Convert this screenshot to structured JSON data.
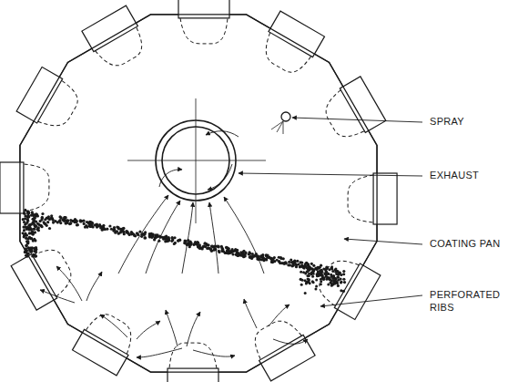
{
  "diagram": {
    "labels": [
      "SPRAY",
      "EXHAUST",
      "COATING PAN",
      "PERFORATED RIBS"
    ]
  }
}
